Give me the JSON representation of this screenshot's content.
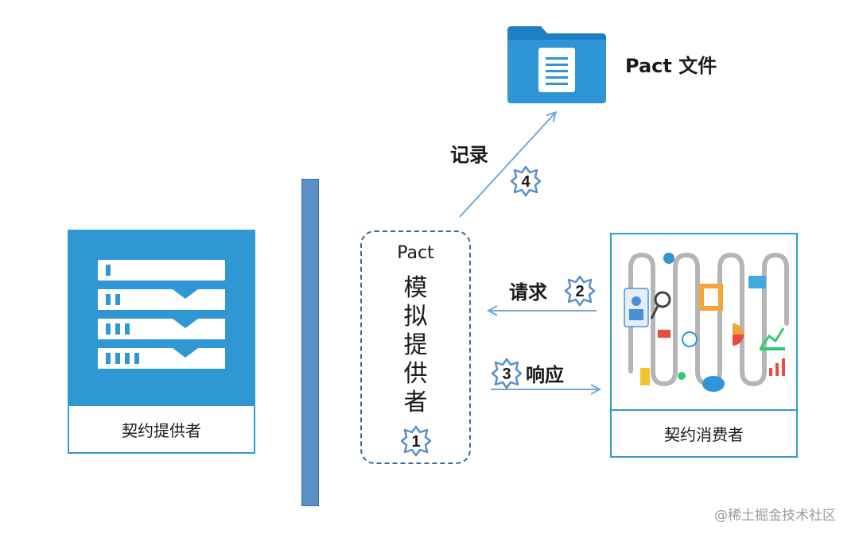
{
  "provider": {
    "label": "契约提供者",
    "icon": "server-stack-icon"
  },
  "consumer": {
    "label": "契约消费者",
    "icon": "consumer-app-illustration"
  },
  "mock": {
    "title": "Pact",
    "vertical_chars": [
      "模",
      "拟",
      "提",
      "供",
      "者"
    ],
    "step": "1"
  },
  "pact_file": {
    "label": "Pact 文件",
    "icon": "folder-document-icon"
  },
  "steps": {
    "record": {
      "label": "记录",
      "number": "4"
    },
    "request": {
      "label": "请求",
      "number": "2"
    },
    "response": {
      "label": "响应",
      "number": "3"
    }
  },
  "watermark": "@稀土掘金技术社区",
  "colors": {
    "accent": "#3097d5",
    "arrow": "#6fa8dc",
    "wall": "#5b8fc7",
    "mock_border": "#3b6aa3"
  }
}
